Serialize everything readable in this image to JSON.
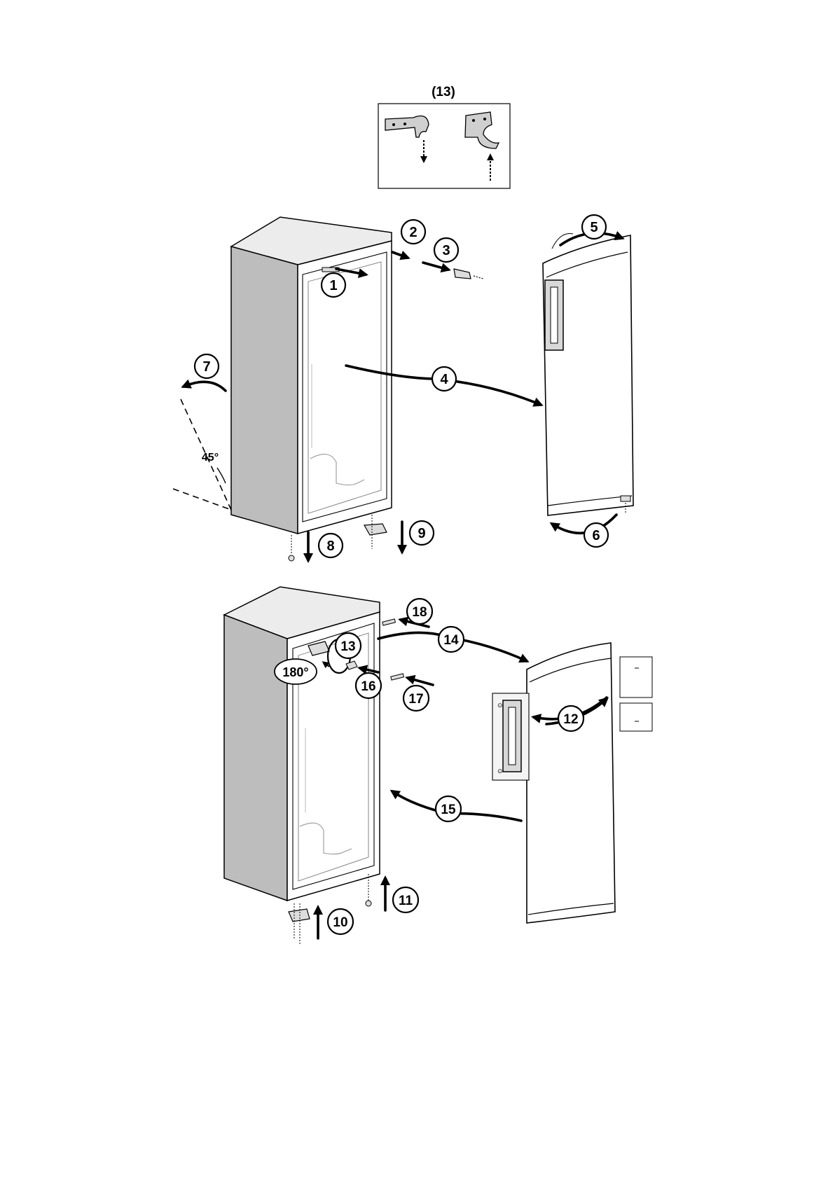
{
  "inset": {
    "label": "(13)"
  },
  "steps": [
    "1",
    "2",
    "3",
    "4",
    "5",
    "6",
    "7",
    "8",
    "9",
    "10",
    "11",
    "12",
    "13",
    "14",
    "15",
    "16",
    "17",
    "18"
  ],
  "angle_label": "45°",
  "rotate_label": "180°",
  "colors": {
    "panel": "#d6d6d6",
    "panel_dark": "#a9a9a9",
    "panel_light": "#ececec",
    "line": "#000000"
  }
}
